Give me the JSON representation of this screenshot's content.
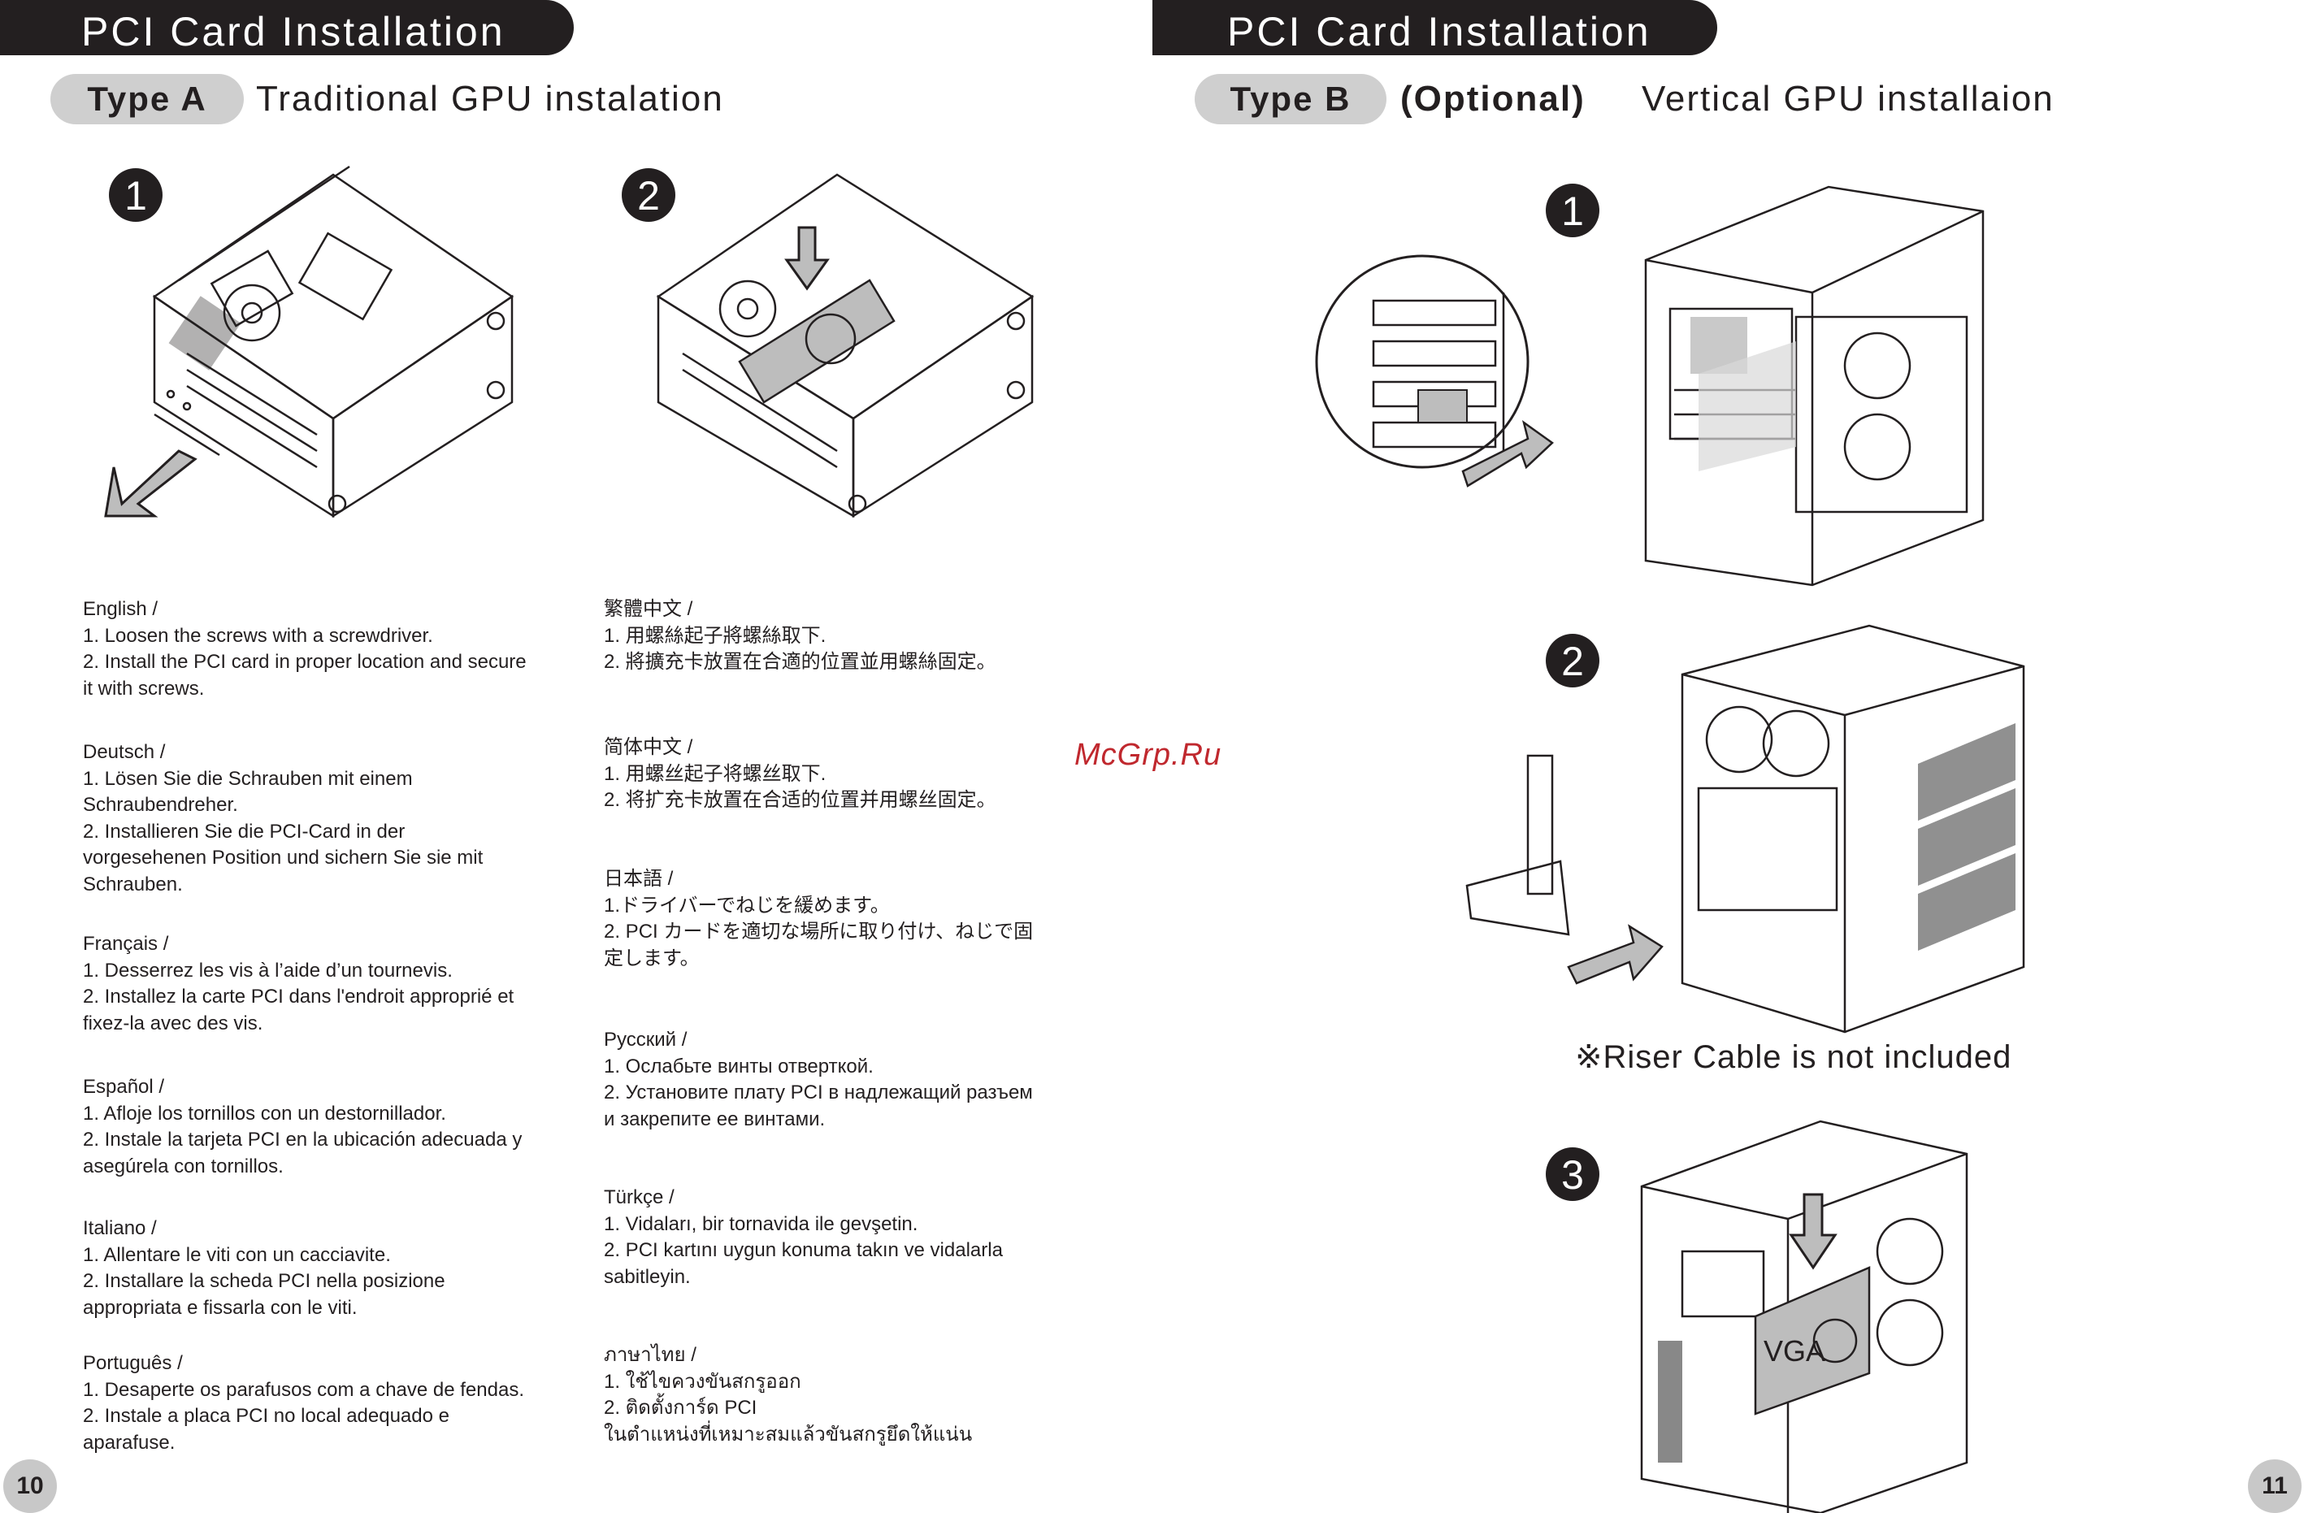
{
  "left_page": {
    "banner": "PCI Card Installation",
    "type_label": "Type A",
    "type_title": "Traditional GPU instalation",
    "steps": [
      "1",
      "2"
    ],
    "page_number": "10",
    "col1": [
      {
        "head": "English /",
        "items": [
          "1. Loosen the screws with a screwdriver.",
          "2. Install the PCI card in proper location and secure",
          "    it with screws."
        ]
      },
      {
        "head": "Deutsch /",
        "items": [
          "1. Lösen Sie die Schrauben mit einem",
          "    Schraubendreher.",
          "2. Installieren Sie die PCI-Card in der",
          "    vorgesehenen Position und sichern Sie sie mit",
          "    Schrauben."
        ]
      },
      {
        "head": " Français /",
        "items": [
          " 1. Desserrez les vis à l’aide d’un tournevis.",
          " 2. Installez la carte PCI dans l'endroit approprié et",
          "     fixez-la avec des vis."
        ]
      },
      {
        "head": "Español /",
        "items": [
          "1. Afloje los tornillos con un destornillador.",
          "2. Instale la tarjeta PCI en la ubicación adecuada y",
          "    asegúrela con tornillos."
        ]
      },
      {
        "head": " Italiano /",
        "items": [
          " 1. Allentare le viti con un cacciavite.",
          " 2. Installare la scheda PCI nella posizione",
          "     appropriata e fissarla con le viti."
        ]
      },
      {
        "head": "Português /",
        "items": [
          "1. Desaperte os parafusos com a chave de fendas.",
          "2. Instale a placa PCI no local adequado e",
          "    aparafuse."
        ]
      }
    ],
    "col2": [
      {
        "head": "繁體中文 /",
        "items": [
          "1. 用螺絲起子將螺絲取下.",
          "2. 將擴充卡放置在合適的位置並用螺絲固定。"
        ]
      },
      {
        "head": "简体中文 /",
        "items": [
          "1. 用螺丝起子将螺丝取下.",
          "2. 将扩充卡放置在合适的位置并用螺丝固定。"
        ]
      },
      {
        "head": "日本語 /",
        "items": [
          "1.ドライバーでねじを緩めます。",
          "2. PCI  カードを適切な場所に取り付け、ねじで固",
          "    定します。"
        ]
      },
      {
        "head": "Русский /",
        "items": [
          "1. Ослабьте винты отверткой.",
          "2. Установите плату PCI в надлежащий разъем",
          "    и закрепите ее винтами."
        ]
      },
      {
        "head": "Türkçe /",
        "items": [
          "1. Vidaları, bir tornavida ile gevşetin.",
          "2. PCI kartını uygun konuma takın ve vidalarla",
          "    sabitleyin."
        ]
      },
      {
        "head": "ภาษาไทย /",
        "items": [
          "1. ใช้ไขควงขันสกรูออก",
          "2. ติดตั้งการ์ด PCI",
          "    ในตำแหน่งที่เหมาะสมแล้วขันสกรูยึดให้แน่น"
        ]
      }
    ]
  },
  "right_page": {
    "banner": "PCI Card Installation",
    "type_label": "Type B",
    "optional": "(Optional)",
    "type_title": "Vertical GPU installaion",
    "steps": [
      "1",
      "2",
      "3"
    ],
    "note": "※Riser Cable is not included",
    "page_number": "11"
  },
  "watermark": "McGrp.Ru",
  "card_brand": "VGA"
}
